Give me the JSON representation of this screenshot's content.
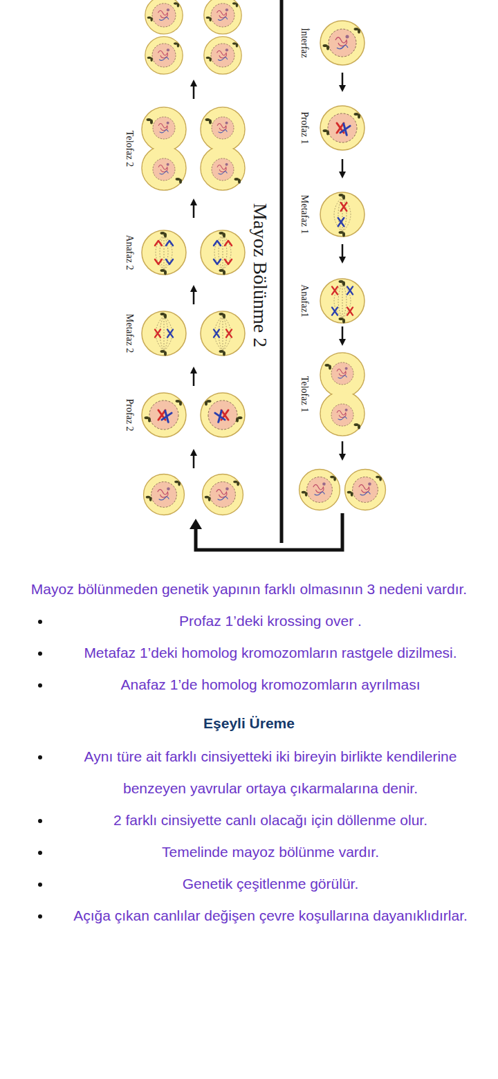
{
  "diagram": {
    "labels": [
      "İnterfaz",
      "Profaz 1",
      "Metafaz 1",
      "Anafaz1",
      "Telofaz 1",
      "Mayoz Bölünme 2",
      "Telofaz 2",
      "Anafaz 2",
      "Metafaz 2",
      "Profaz 2",
      "Mayoz bölünmeden genetik yapının farklı olmasının 3 nedeni vardır.",
      "Profaz 1’deki krossing over .",
      "Metafaz 1’deki homolog kromozomların rastgele dizilmesi.",
      "Anafaz 1’de homolog kromozomların ayrılması",
      "Eşeyli Üreme",
      "Aynı türe ait farklı cinsiyetteki iki bireyin birlikte kendilerine benzeyen yavrular ortaya çıkarmalarına denir.",
      "2 farklı cinsiyette canlı olacağı için döllenme olur.",
      "Temelinde mayoz bölünme vardır.",
      "Genetik çeşitlenme görülür.",
      "Açığa çıkan canlılar değişen çevre koşullarına dayanıklıdırlar."
    ]
  }
}
